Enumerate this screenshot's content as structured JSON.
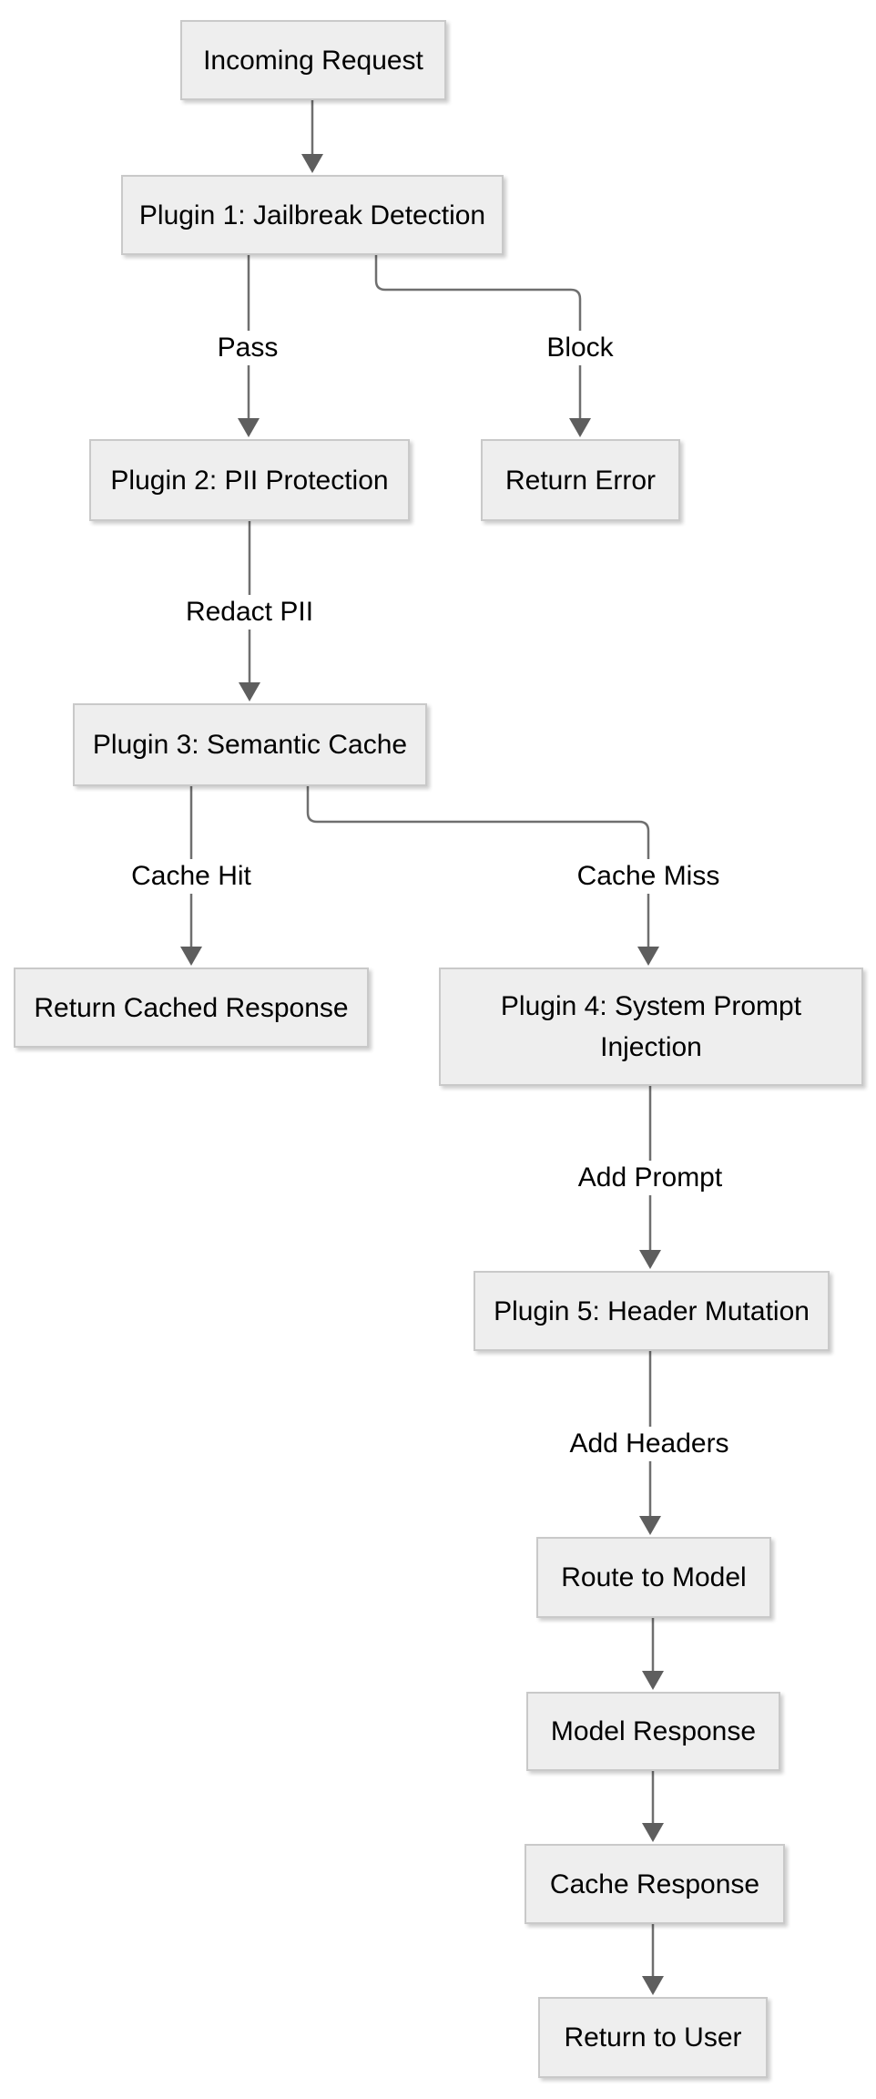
{
  "diagram": {
    "type": "flowchart",
    "nodes": {
      "incoming_request": "Incoming Request",
      "plugin1": "Plugin 1: Jailbreak Detection",
      "plugin2": "Plugin 2: PII Protection",
      "return_error": "Return Error",
      "plugin3": "Plugin 3: Semantic Cache",
      "return_cached_response": "Return Cached Response",
      "plugin4": "Plugin 4: System Prompt\nInjection",
      "plugin5": "Plugin 5: Header Mutation",
      "route_to_model": "Route to Model",
      "model_response": "Model Response",
      "cache_response": "Cache Response",
      "return_to_user": "Return to User"
    },
    "edge_labels": {
      "pass": "Pass",
      "block": "Block",
      "redact_pii": "Redact PII",
      "cache_hit": "Cache Hit",
      "cache_miss": "Cache Miss",
      "add_prompt": "Add Prompt",
      "add_headers": "Add Headers"
    },
    "edges": [
      {
        "from": "incoming_request",
        "to": "plugin1",
        "label": ""
      },
      {
        "from": "plugin1",
        "to": "plugin2",
        "label": "Pass"
      },
      {
        "from": "plugin1",
        "to": "return_error",
        "label": "Block"
      },
      {
        "from": "plugin2",
        "to": "plugin3",
        "label": "Redact PII"
      },
      {
        "from": "plugin3",
        "to": "return_cached_response",
        "label": "Cache Hit"
      },
      {
        "from": "plugin3",
        "to": "plugin4",
        "label": "Cache Miss"
      },
      {
        "from": "plugin4",
        "to": "plugin5",
        "label": "Add Prompt"
      },
      {
        "from": "plugin5",
        "to": "route_to_model",
        "label": "Add Headers"
      },
      {
        "from": "route_to_model",
        "to": "model_response",
        "label": ""
      },
      {
        "from": "model_response",
        "to": "cache_response",
        "label": ""
      },
      {
        "from": "cache_response",
        "to": "return_to_user",
        "label": ""
      }
    ],
    "colors": {
      "node_fill": "#eeeeee",
      "node_border": "#c9c9c9",
      "edge_stroke": "#6f6f6f",
      "arrowhead_fill": "#5e5e5e",
      "text": "#000000",
      "background": "#ffffff"
    }
  }
}
